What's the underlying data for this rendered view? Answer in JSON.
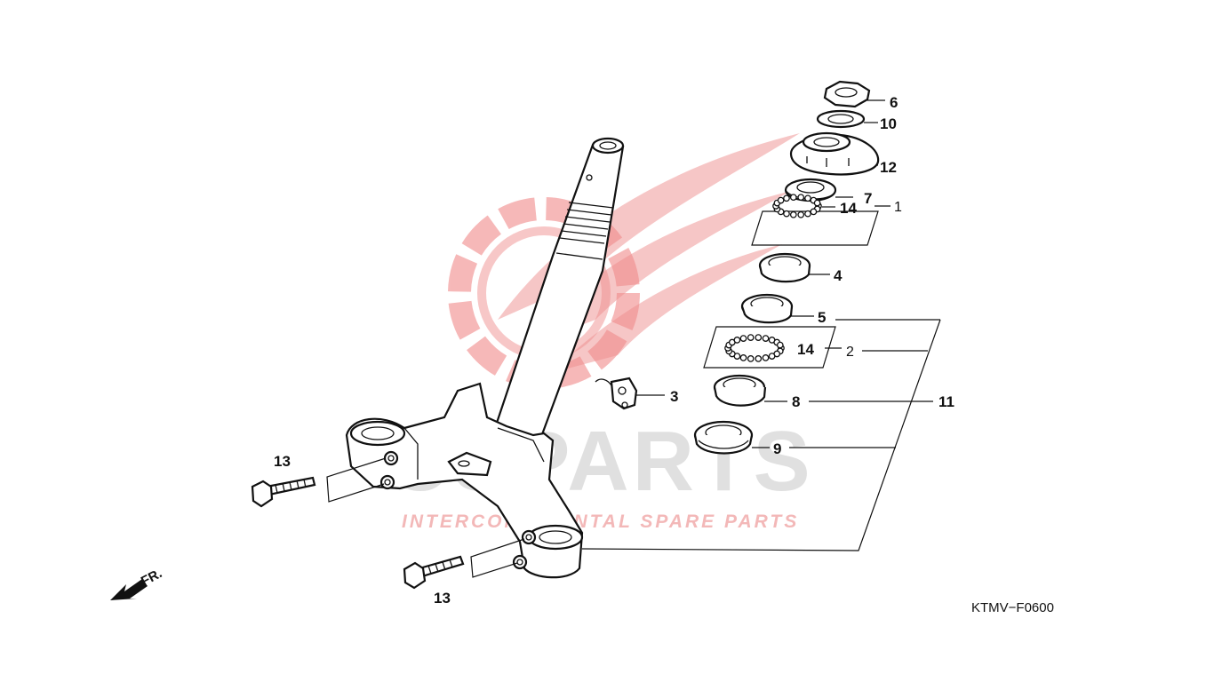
{
  "diagram": {
    "code": "KTMV−F0600",
    "front_label": "FR.",
    "watermark": {
      "brand": "CSPARTS",
      "tagline": "INTERCONTINENTAL SPARE PARTS",
      "color": "#e53935"
    },
    "callouts": {
      "c6": "6",
      "c10": "10",
      "c12": "12",
      "c7": "7",
      "c14a": "14",
      "c1": "1",
      "c4": "4",
      "c5": "5",
      "c14b": "14",
      "c2": "2",
      "c3": "3",
      "c8": "8",
      "c11": "11",
      "c9": "9",
      "c13a": "13",
      "c13b": "13"
    }
  }
}
